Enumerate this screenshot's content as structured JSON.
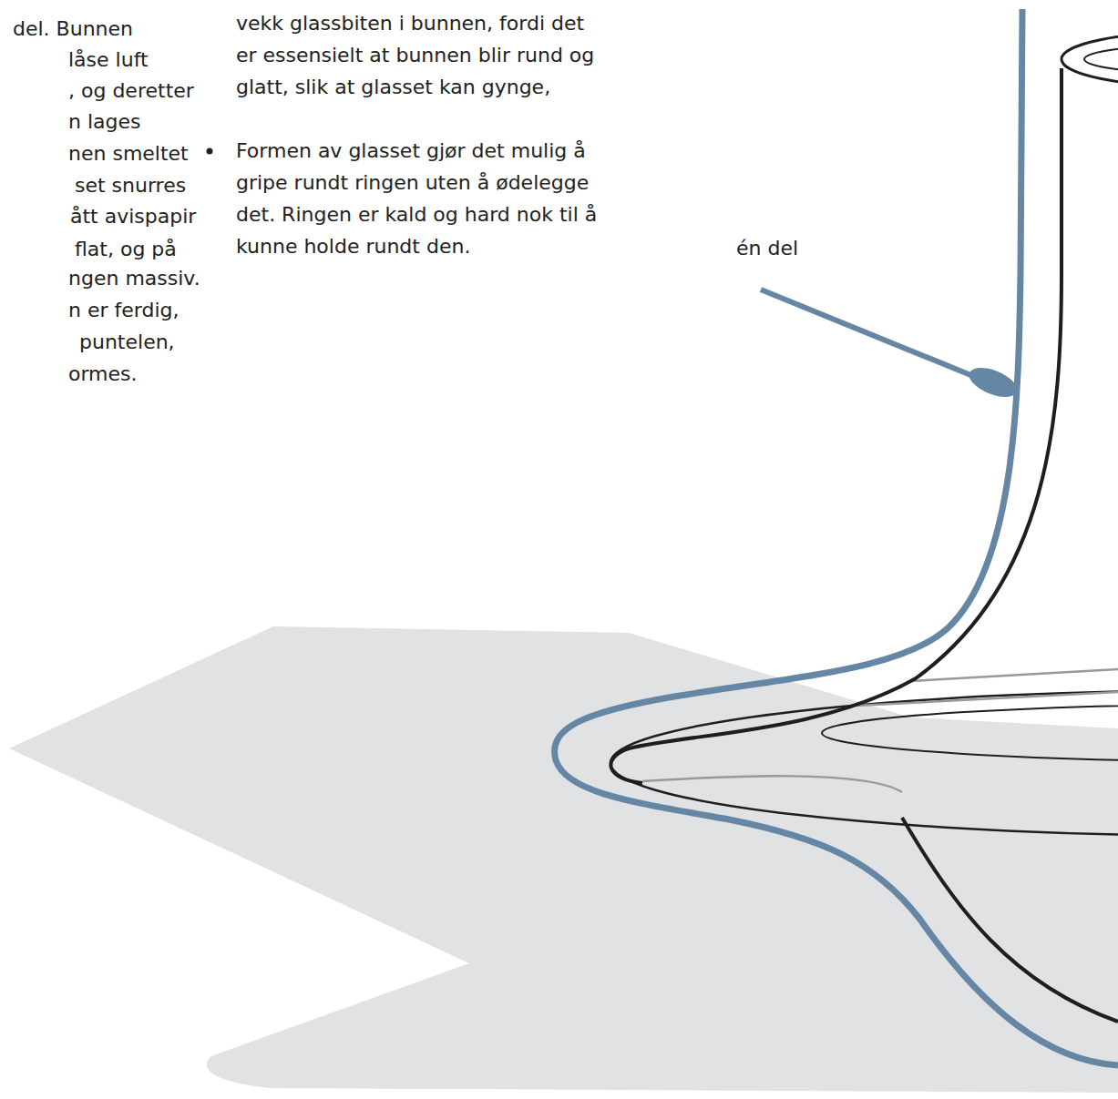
{
  "diagram": {
    "labels": [
      "del. Bunnen",
      "låse luft",
      ", og deretter",
      "n lages",
      "nen smeltet",
      "set snurres",
      "ått avispapir",
      "flat, og på",
      "ngen massiv.",
      "n er ferdig,",
      "puntelen,",
      "ormes.",
      "vekk glassbiten i bunnen, fordi det er essensielt at bunnen blir rund og glatt, slik at glasset kan gynge,",
      "Formen av glasset gjør det mulig å gripe rundt ringen uten å ødelegge det. Ringen er kald og hard nok til å kunne holde rundt den.",
      "én del"
    ]
  }
}
